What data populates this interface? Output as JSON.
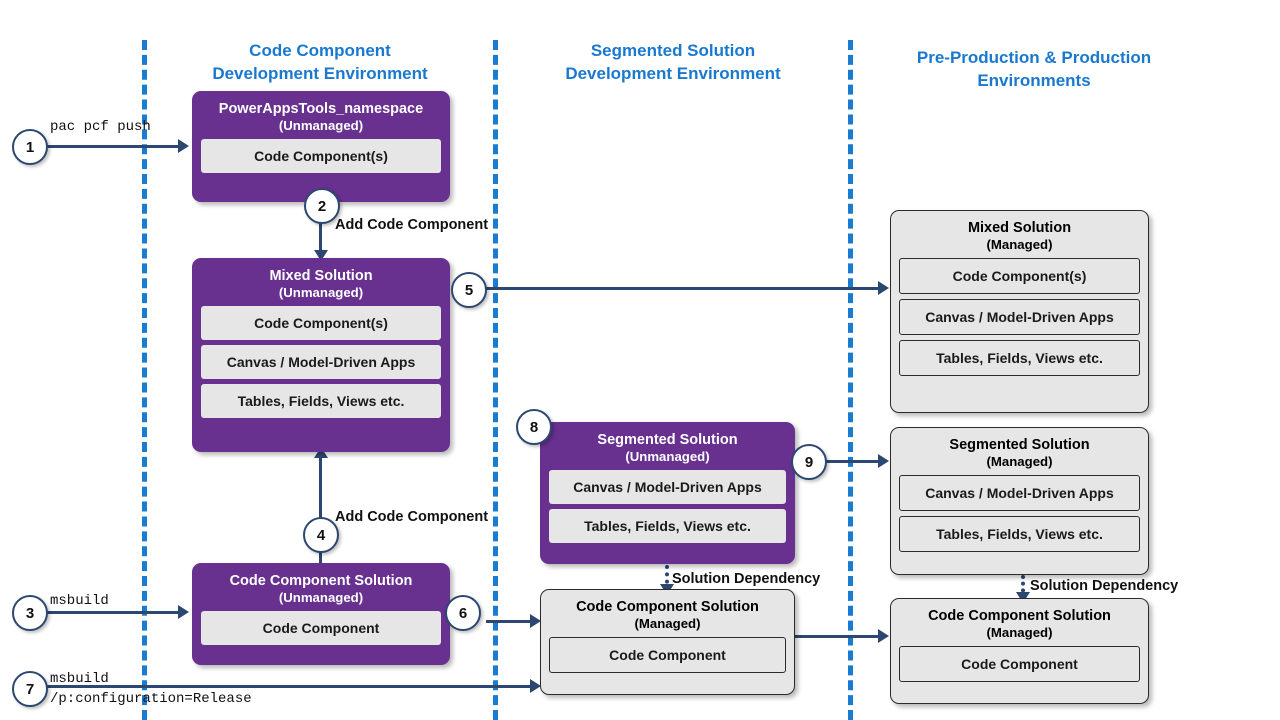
{
  "columns": [
    {
      "id": "code-component-dev",
      "line1": "Code Component",
      "line2": "Development Environment"
    },
    {
      "id": "segmented-solution-dev",
      "line1": "Segmented Solution",
      "line2": "Development Environment"
    },
    {
      "id": "pre-prod-prod",
      "line1": "Pre-Production & Production",
      "line2": "Environments"
    }
  ],
  "colors": {
    "accent_blue": "#1a79cf",
    "purple": "#68308f",
    "grey_box": "#e6e6e6",
    "connector": "#2c4770"
  },
  "boxes": {
    "powerappstools": {
      "title": "PowerAppsTools_namespace",
      "state": "(Unmanaged)",
      "items": [
        "Code Component(s)"
      ]
    },
    "mixed_unmanaged": {
      "title": "Mixed Solution",
      "state": "(Unmanaged)",
      "items": [
        "Code Component(s)",
        "Canvas / Model-Driven Apps",
        "Tables, Fields, Views etc."
      ]
    },
    "code_component_solution_unmanaged": {
      "title": "Code Component Solution",
      "state": "(Unmanaged)",
      "items": [
        "Code Component"
      ]
    },
    "segmented_unmanaged": {
      "title": "Segmented Solution",
      "state": "(Unmanaged)",
      "items": [
        "Canvas / Model-Driven Apps",
        "Tables, Fields, Views etc."
      ]
    },
    "code_component_solution_managed_mid": {
      "title": "Code Component Solution",
      "state": "(Managed)",
      "items": [
        "Code Component"
      ]
    },
    "mixed_managed": {
      "title": "Mixed Solution",
      "state": "(Managed)",
      "items": [
        "Code Component(s)",
        "Canvas / Model-Driven Apps",
        "Tables, Fields, Views etc."
      ]
    },
    "segmented_managed": {
      "title": "Segmented Solution",
      "state": "(Managed)",
      "items": [
        "Canvas / Model-Driven Apps",
        "Tables, Fields, Views etc."
      ]
    },
    "code_component_solution_managed_right": {
      "title": "Code Component Solution",
      "state": "(Managed)",
      "items": [
        "Code Component"
      ]
    }
  },
  "steps": [
    {
      "n": "1"
    },
    {
      "n": "2"
    },
    {
      "n": "3"
    },
    {
      "n": "4"
    },
    {
      "n": "5"
    },
    {
      "n": "6"
    },
    {
      "n": "7"
    },
    {
      "n": "8"
    },
    {
      "n": "9"
    }
  ],
  "labels": {
    "cmd_pac_pcf_push": "pac pcf push",
    "cmd_msbuild": "msbuild",
    "cmd_msbuild_release": "msbuild",
    "cmd_msbuild_release_arg": "/p:configuration=Release",
    "add_code_component_top": "Add Code Component",
    "add_code_component_bottom": "Add Code Component",
    "solution_dependency_mid": "Solution Dependency",
    "solution_dependency_right": "Solution Dependency"
  }
}
